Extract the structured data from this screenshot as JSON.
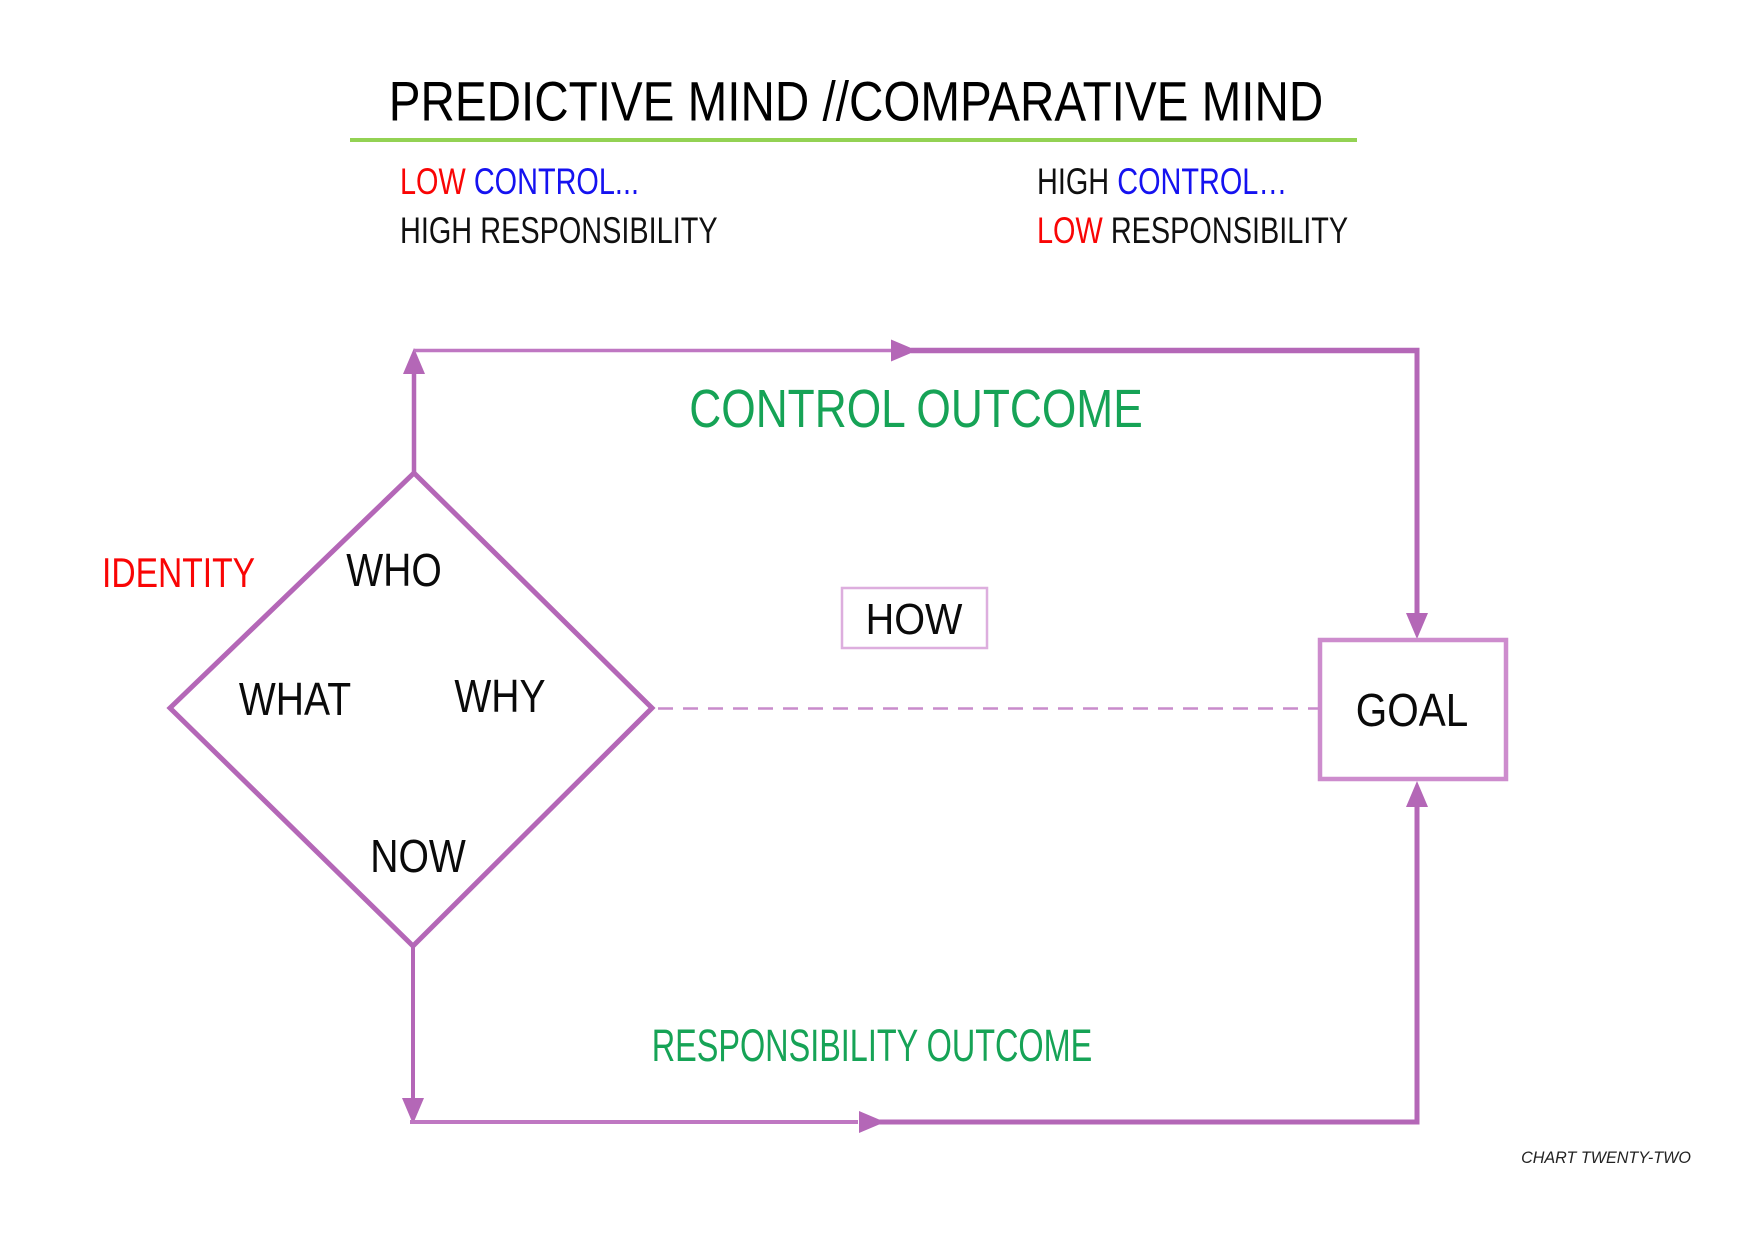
{
  "title": {
    "text": "PREDICTIVE MIND //COMPARATIVE MIND"
  },
  "header": {
    "left": {
      "control_word1": "LOW",
      "control_word2": "CONTROL...",
      "resp_word1": "HIGH",
      "resp_word2": "RESPONSIBILITY"
    },
    "right": {
      "control_word1": "HIGH",
      "control_word2": "CONTROL…",
      "resp_word1": "LOW",
      "resp_word2": "RESPONSIBILITY"
    }
  },
  "diagram": {
    "identity": "IDENTITY",
    "who": "WHO",
    "what": "WHAT",
    "why": "WHY",
    "now": "NOW",
    "control_outcome": "CONTROL OUTCOME",
    "responsibility_outcome": "RESPONSIBILITY OUTCOME",
    "how": "HOW",
    "goal": "GOAL"
  },
  "footer": {
    "caption": "CHART TWENTY-TWO"
  },
  "colors": {
    "line_purple": "#b467b7",
    "line_purple_light": "#bf77c2",
    "dash_purple": "#c98bcb",
    "how_box_border": "#ddaede",
    "goal_box_border": "#cd8ccd",
    "outcome_green": "#16a356",
    "underline_green": "#93d253",
    "accent_red": "#f90505",
    "accent_blue": "#1512f0",
    "text_black": "#101010"
  }
}
